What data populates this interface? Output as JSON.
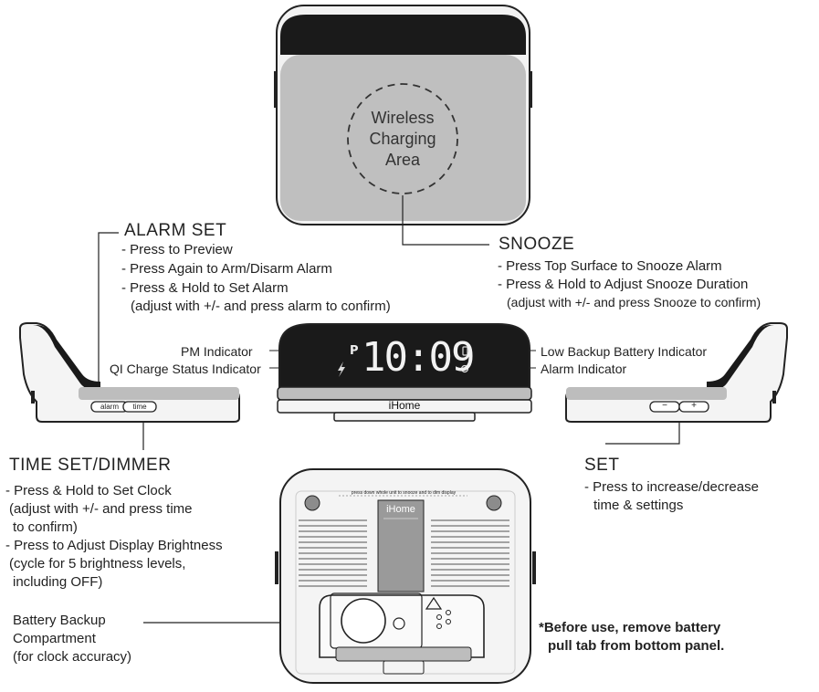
{
  "top_view": {
    "charging_area_lines": [
      "Wireless",
      "Charging",
      "Area"
    ]
  },
  "alarm_set": {
    "heading": "ALARM SET",
    "lines": [
      "- Press to Preview",
      "- Press Again to Arm/Disarm Alarm",
      "- Press & Hold to Set Alarm",
      "(adjust with +/- and press alarm to confirm)"
    ]
  },
  "snooze": {
    "heading": "SNOOZE",
    "lines": [
      "- Press Top Surface to Snooze Alarm",
      "- Press & Hold to Adjust Snooze Duration",
      "(adjust with +/- and press Snooze to confirm)"
    ]
  },
  "display": {
    "time": "10:09",
    "pm_letter": "P",
    "brand": "iHome",
    "pm_indicator_label": "PM Indicator",
    "qi_indicator_label": "QI Charge Status Indicator",
    "low_battery_label": "Low Backup Battery Indicator",
    "alarm_indicator_label": "Alarm Indicator"
  },
  "side_left": {
    "alarm_button": "alarm",
    "time_button": "time"
  },
  "side_right": {
    "minus_button": "−",
    "plus_button": "+"
  },
  "time_set": {
    "heading": "TIME SET/DIMMER",
    "lines": [
      "- Press & Hold to Set Clock",
      "(adjust with +/- and press time",
      "to confirm)",
      "- Press to Adjust Display Brightness",
      "(cycle for 5 brightness levels,",
      "including OFF)"
    ]
  },
  "set": {
    "heading": "SET",
    "lines": [
      "- Press to increase/decrease",
      "time & settings"
    ]
  },
  "battery": {
    "lines": [
      "Battery Backup",
      "Compartment",
      "(for clock accuracy)"
    ]
  },
  "bottom_view": {
    "top_note": "press down whole unit to snooze and to dim display",
    "brand": "iHome"
  },
  "footnote": {
    "lines": [
      "*Before use, remove battery",
      "pull tab from bottom panel."
    ]
  }
}
